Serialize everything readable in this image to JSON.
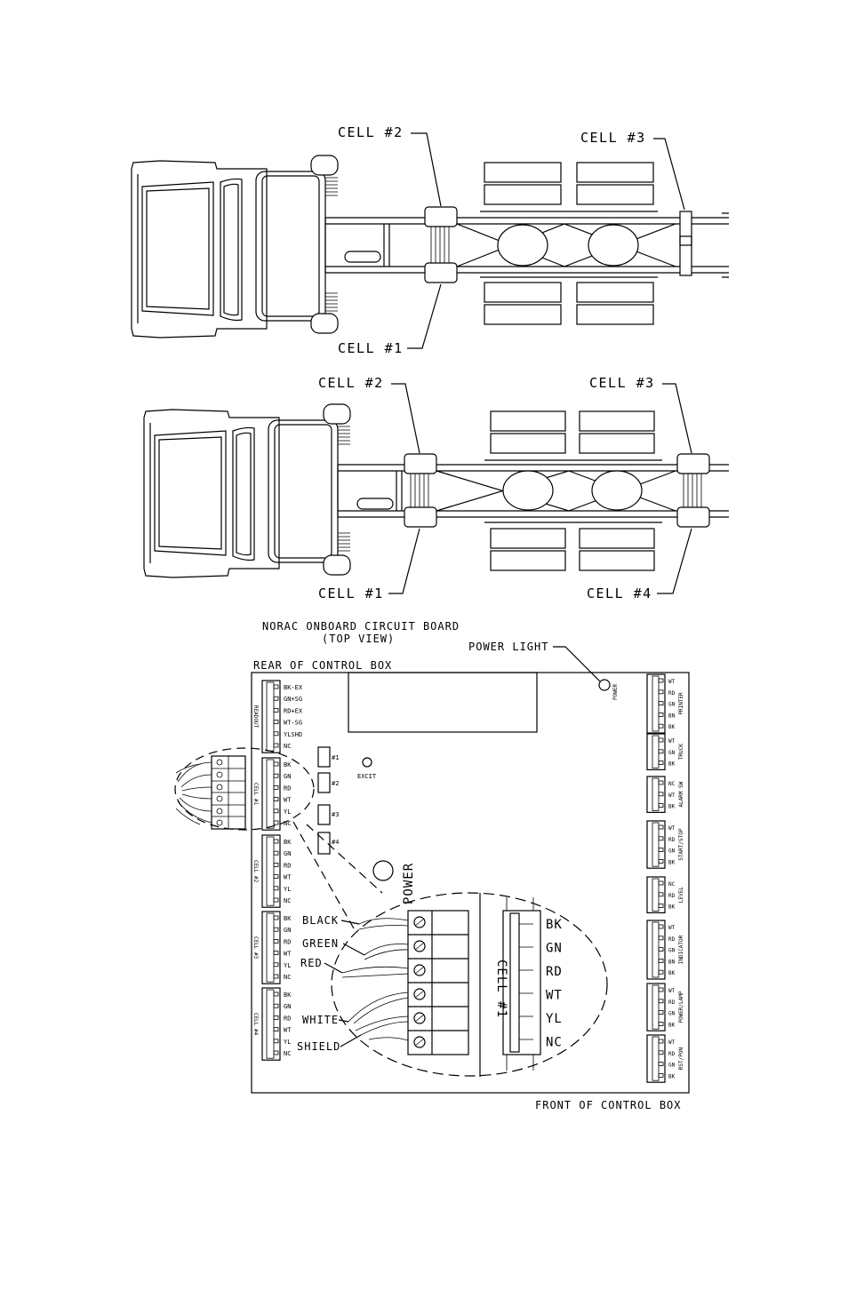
{
  "truck_top": {
    "cells": [
      "CELL #2",
      "CELL #3",
      "CELL #1"
    ]
  },
  "truck_bottom": {
    "cells": [
      "CELL #2",
      "CELL #3",
      "CELL #1",
      "CELL #4"
    ]
  },
  "board": {
    "title": "NORAC ONBOARD CIRCUIT BOARD",
    "subtitle": "(TOP VIEW)",
    "rear_label": "REAR OF CONTROL BOX",
    "front_label": "FRONT OF CONTROL BOX",
    "power_light_label": "POWER LIGHT",
    "power_light_small": "POWER",
    "excit_label": "EXCIT",
    "power_label": "POWER",
    "jumpers": [
      "#1",
      "#2",
      "#3",
      "#4"
    ],
    "left_blocks": [
      {
        "name": "READOUT",
        "pins": [
          "BK-EX",
          "GN+SG",
          "RD+EX",
          "WT-SG",
          "YLSHD",
          "NC"
        ]
      },
      {
        "name": "CELL #1",
        "pins": [
          "BK",
          "GN",
          "RD",
          "WT",
          "YL",
          "NC"
        ]
      },
      {
        "name": "CELL #2",
        "pins": [
          "BK",
          "GN",
          "RD",
          "WT",
          "YL",
          "NC"
        ]
      },
      {
        "name": "CELL #3",
        "pins": [
          "BK",
          "GN",
          "RD",
          "WT",
          "YL",
          "NC"
        ]
      },
      {
        "name": "CELL #4",
        "pins": [
          "BK",
          "GN",
          "RD",
          "WT",
          "YL",
          "NC"
        ]
      }
    ],
    "right_blocks": [
      {
        "name": "PRINTER",
        "pins": [
          "WT",
          "RD",
          "GN",
          "BN",
          "BK"
        ]
      },
      {
        "name": "TRUCK",
        "pins": [
          "WT",
          "GN",
          "BK"
        ]
      },
      {
        "name": "ALARM SW",
        "pins": [
          "NC",
          "WT",
          "BK"
        ]
      },
      {
        "name": "START/STOP",
        "pins": [
          "WT",
          "RD",
          "GN",
          "BK"
        ]
      },
      {
        "name": "LEVEL",
        "pins": [
          "NC",
          "RD",
          "BK"
        ]
      },
      {
        "name": "INDICATOR",
        "pins": [
          "WT",
          "RD",
          "GN",
          "BN",
          "BK"
        ]
      },
      {
        "name": "POWER/LAMP",
        "pins": [
          "WT",
          "RD",
          "GN",
          "BK"
        ]
      },
      {
        "name": "RST/PON",
        "pins": [
          "WT",
          "RD",
          "GN",
          "BK"
        ]
      }
    ],
    "detail": {
      "wire_labels": [
        "BLACK",
        "GREEN",
        "RED",
        "WHITE",
        "SHIELD"
      ],
      "cell_label": "CELL #1",
      "pins": [
        "BK",
        "GN",
        "RD",
        "WT",
        "YL",
        "NC"
      ]
    }
  }
}
